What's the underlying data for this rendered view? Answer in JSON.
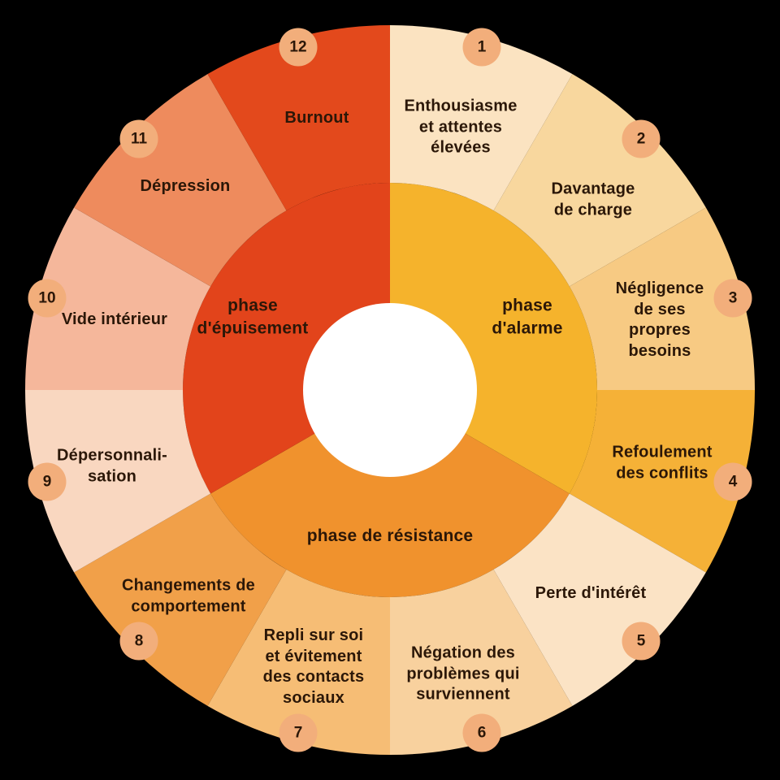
{
  "colors": {
    "background": "#000000",
    "center": "#ffffff",
    "text": "#2b1708",
    "badge": "#f2ae7b"
  },
  "phases": [
    {
      "label": "phase\nd'alarme",
      "color": "#f5b32c"
    },
    {
      "label": "phase de résistance",
      "color": "#f0922d"
    },
    {
      "label": "phase\nd'épuisement",
      "color": "#e2441b"
    }
  ],
  "segments": [
    {
      "number": "1",
      "label": "Enthousiasme\net attentes\nélevées",
      "color": "#fbe3c1"
    },
    {
      "number": "2",
      "label": "Davantage\nde charge",
      "color": "#f8d79e"
    },
    {
      "number": "3",
      "label": "Négligence\nde ses\npropres\nbesoins",
      "color": "#f7ca83"
    },
    {
      "number": "4",
      "label": "Refoulement\ndes conflits",
      "color": "#f5b137"
    },
    {
      "number": "5",
      "label": "Perte d'intérêt",
      "color": "#fbe3c5"
    },
    {
      "number": "6",
      "label": "Négation des\nproblèmes qui\nsurviennent",
      "color": "#f8d19e"
    },
    {
      "number": "7",
      "label": "Repli sur soi\net évitement\ndes contacts\nsociaux",
      "color": "#f6bd75"
    },
    {
      "number": "8",
      "label": "Changements de\ncomportement",
      "color": "#f1a049"
    },
    {
      "number": "9",
      "label": "Dépersonnali-\nsation",
      "color": "#f9d7c0"
    },
    {
      "number": "10",
      "label": "Vide intérieur",
      "color": "#f5b79b"
    },
    {
      "number": "11",
      "label": "Dépression",
      "color": "#ee8b5d"
    },
    {
      "number": "12",
      "label": "Burnout",
      "color": "#e3491c"
    }
  ]
}
